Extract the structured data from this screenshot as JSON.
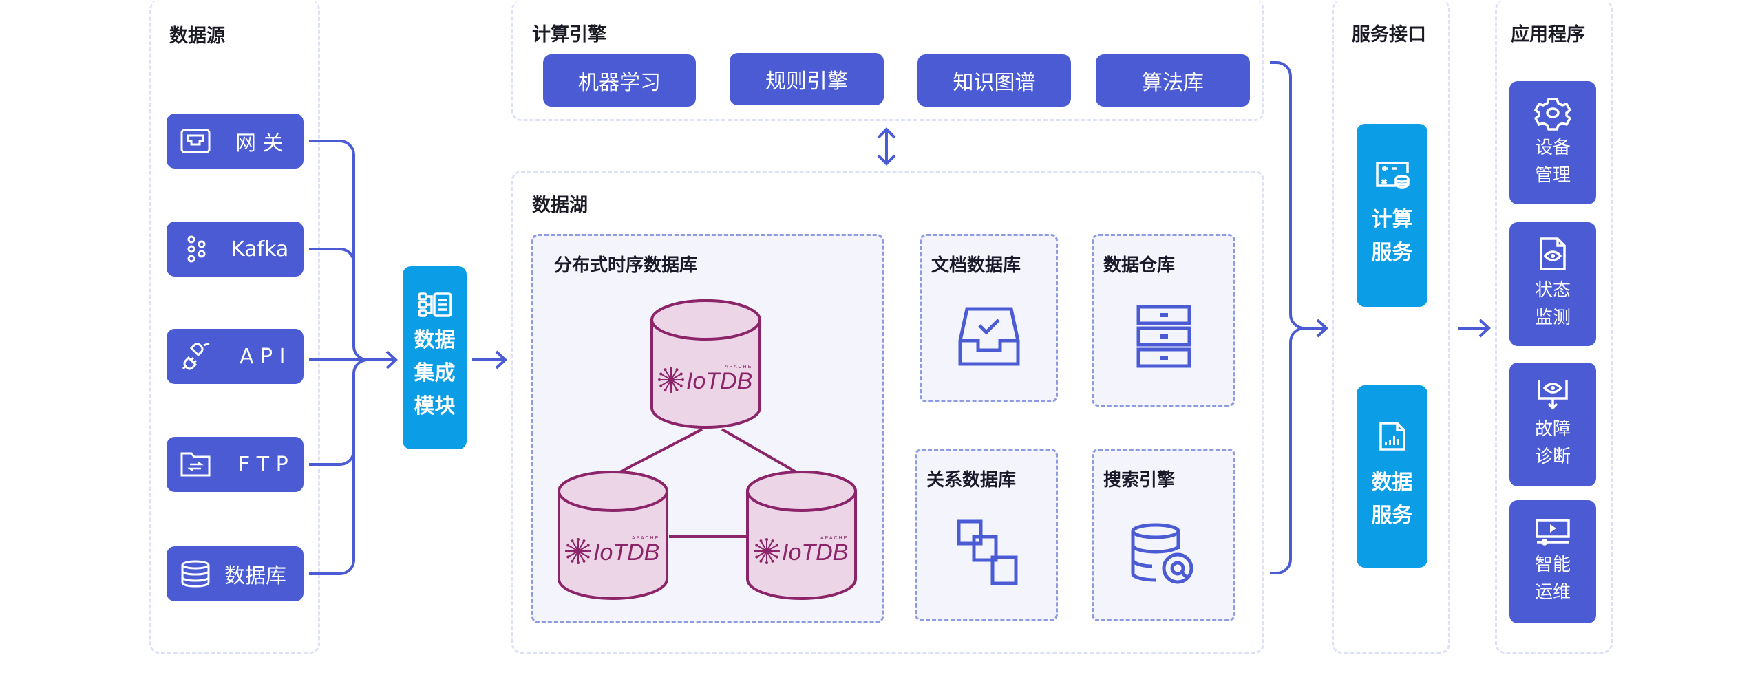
{
  "colors": {
    "button": "#4a5bd4",
    "service": "#0b9de6",
    "line": "#4a5bd4",
    "iotdb": "#8b2468"
  },
  "sources": {
    "title": "数据源",
    "items": [
      {
        "label": "网 关",
        "icon": "gateway-icon"
      },
      {
        "label": "Kafka",
        "icon": "kafka-icon"
      },
      {
        "label": "A P I",
        "icon": "plug-icon"
      },
      {
        "label": "F T P",
        "icon": "folder-transfer-icon"
      },
      {
        "label": "数据库",
        "icon": "database-icon"
      }
    ]
  },
  "integration": {
    "line1": "数据",
    "line2": "集成",
    "line3": "模块",
    "icon": "integration-icon"
  },
  "compute": {
    "title": "计算引擎",
    "items": [
      "机器学习",
      "规则引擎",
      "知识图谱",
      "算法库"
    ]
  },
  "lake": {
    "title": "数据湖",
    "tsdb": {
      "title": "分布式时序数据库",
      "logo": "IoTDB",
      "logo_small": "APACHE"
    },
    "stores": [
      {
        "title": "文档数据库",
        "icon": "inbox-check-icon"
      },
      {
        "title": "数据仓库",
        "icon": "cabinet-icon"
      },
      {
        "title": "关系数据库",
        "icon": "relation-icon"
      },
      {
        "title": "搜索引擎",
        "icon": "database-search-icon"
      }
    ]
  },
  "services": {
    "title": "服务接口",
    "items": [
      {
        "line1": "计算",
        "line2": "服务",
        "icon": "calculator-icon"
      },
      {
        "line1": "数据",
        "line2": "服务",
        "icon": "report-icon"
      }
    ]
  },
  "apps": {
    "title": "应用程序",
    "items": [
      {
        "line1": "设备",
        "line2": "管理",
        "icon": "gear-icon"
      },
      {
        "line1": "状态",
        "line2": "监测",
        "icon": "file-eye-icon"
      },
      {
        "line1": "故障",
        "line2": "诊断",
        "icon": "eye-download-icon"
      },
      {
        "line1": "智能",
        "line2": "运维",
        "icon": "video-player-icon"
      }
    ]
  }
}
